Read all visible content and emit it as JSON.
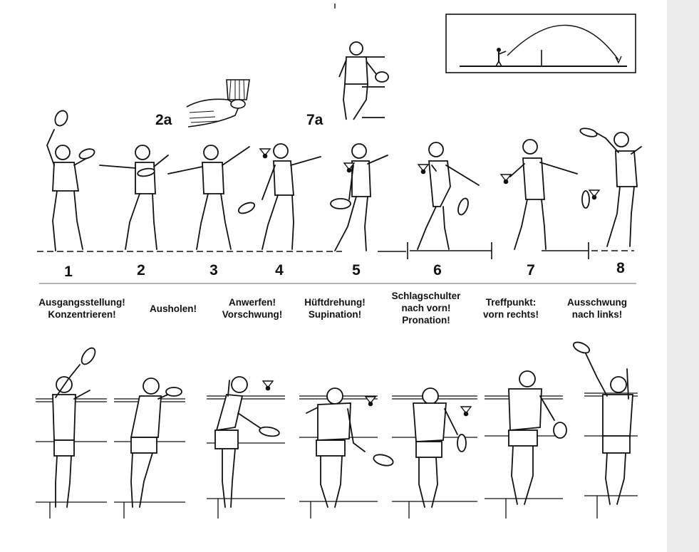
{
  "insets": {
    "grip": "2a",
    "back_view": "7a"
  },
  "phases": [
    {
      "number": "1",
      "caption_lines": [
        "Ausgangsstellung!",
        "Konzentrieren!"
      ]
    },
    {
      "number": "2",
      "caption_lines": [
        "Ausholen!"
      ]
    },
    {
      "number": "3",
      "caption_lines": [
        "Anwerfen!",
        "Vorschwung!"
      ]
    },
    {
      "number": "4",
      "caption_lines": [
        "Hüftdrehung!",
        "Supination!"
      ]
    },
    {
      "number": "5",
      "caption_lines": [
        "Schlagschulter",
        "nach vorn!",
        "Pronation!"
      ]
    },
    {
      "number": "6",
      "caption_lines": [
        "Treffpunkt:",
        "vorn rechts!"
      ]
    },
    {
      "number": "7",
      "caption_lines": [
        "Ausschwung",
        "nach links!"
      ]
    },
    {
      "number": "8",
      "caption_lines": []
    }
  ]
}
